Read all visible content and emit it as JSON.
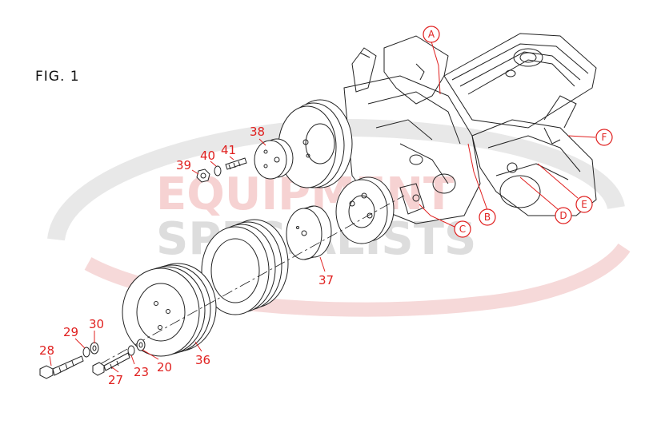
{
  "figure_label": "FIG. 1",
  "watermark": {
    "line1": "EQUIPMENT",
    "line2": "SPECIALISTS"
  },
  "colors": {
    "callout": "#e0201f",
    "line": "#222222",
    "watermark_gray": "#d2d2d2",
    "watermark_red": "#f4c4c4"
  },
  "part_callouts": [
    {
      "id": "p38",
      "number": "38"
    },
    {
      "id": "p39",
      "number": "39"
    },
    {
      "id": "p40",
      "number": "40"
    },
    {
      "id": "p41",
      "number": "41"
    },
    {
      "id": "p37",
      "number": "37"
    },
    {
      "id": "p36",
      "number": "36"
    },
    {
      "id": "p28",
      "number": "28"
    },
    {
      "id": "p29",
      "number": "29"
    },
    {
      "id": "p30",
      "number": "30"
    },
    {
      "id": "p27",
      "number": "27"
    },
    {
      "id": "p23",
      "number": "23"
    },
    {
      "id": "p20",
      "number": "20"
    }
  ],
  "letter_callouts": [
    {
      "id": "A",
      "letter": "A"
    },
    {
      "id": "B",
      "letter": "B"
    },
    {
      "id": "C",
      "letter": "C"
    },
    {
      "id": "D",
      "letter": "D"
    },
    {
      "id": "E",
      "letter": "E"
    },
    {
      "id": "F",
      "letter": "F"
    }
  ]
}
